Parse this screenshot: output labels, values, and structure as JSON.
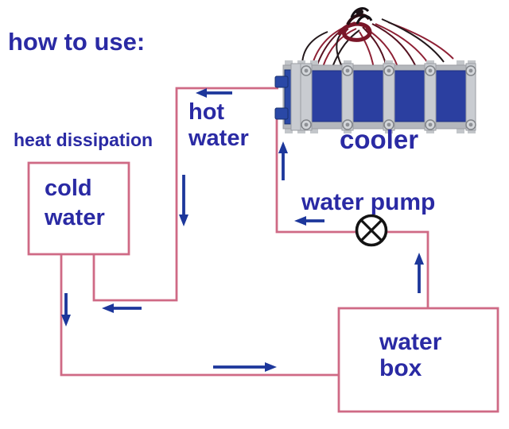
{
  "title": "how to use:",
  "labels": {
    "heat_dissipation": "heat dissipation",
    "cold_water": "cold\nwater",
    "hot_water": "hot\nwater",
    "cooler": "cooler",
    "water_pump": "water pump",
    "water_box": "water\nbox"
  },
  "icons": {
    "water_pump_symbol": "circle-with-x-pump-icon",
    "flow_arrows": "navy-direction-arrows",
    "cooler_device": "thermoelectric-cooler-photo"
  },
  "colors": {
    "label_text": "#2a2aa4",
    "pipe": "#cf6a85",
    "arrow": "#1d379b",
    "pump_stroke": "#131313",
    "cooler_module": "#2b3fa0",
    "cooler_frame": "#b4b7bc",
    "wire_red": "#8e2034",
    "wire_dark": "#2a0d12"
  }
}
